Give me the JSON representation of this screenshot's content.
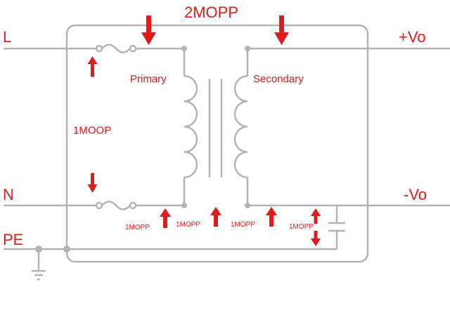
{
  "colors": {
    "wire": "#b3b3b3",
    "annotation": "#e11b1b",
    "background": "#ffffff"
  },
  "labels": {
    "L": "L",
    "N": "N",
    "PE": "PE",
    "plus_vo": "+Vo",
    "minus_vo": "-Vo",
    "two_mopp": "2MOPP",
    "one_moop": "1MOOP",
    "primary": "Primary",
    "secondary": "Secondary",
    "mopp_1": "1MOPP",
    "mopp_2": "1MOPP",
    "mopp_3": "1MOPP",
    "mopp_4": "1MOPP"
  },
  "icons": {
    "fuses": "fuse-icon",
    "transformer": "transformer-icon",
    "capacitor": "capacitor-icon",
    "ground": "ground-icon",
    "arrows": "arrow-icon"
  }
}
